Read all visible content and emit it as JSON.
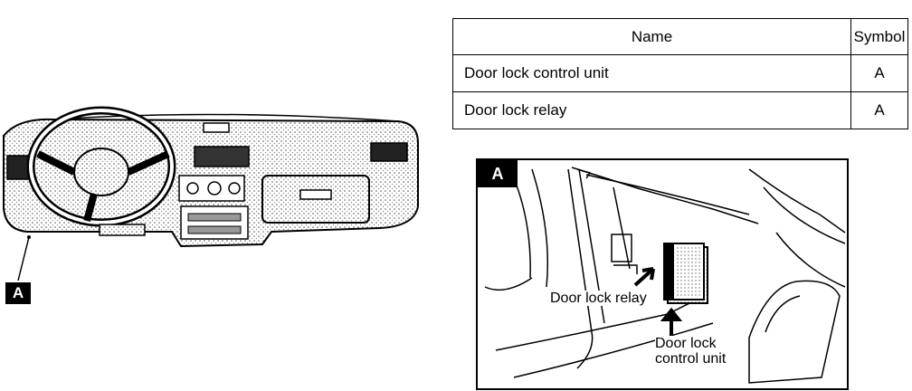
{
  "table": {
    "headers": {
      "name": "Name",
      "symbol": "Symbol"
    },
    "rows": [
      {
        "name": "Door lock control unit",
        "symbol": "A"
      },
      {
        "name": "Door lock relay",
        "symbol": "A"
      }
    ]
  },
  "overview": {
    "callout": "A"
  },
  "detail": {
    "tag": "A",
    "relay_label": "Door lock relay",
    "unit_label_line1": "Door lock",
    "unit_label_line2": "control unit"
  }
}
